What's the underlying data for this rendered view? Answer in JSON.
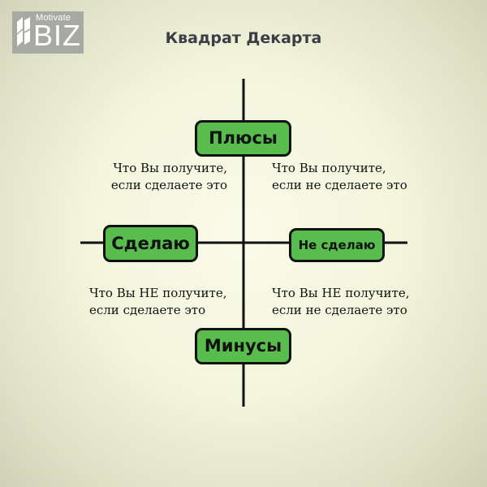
{
  "logo": {
    "small_text": "Motivate",
    "big_text": "BIZ"
  },
  "title": "Квадрат Декарта",
  "axis_labels": {
    "top": "Плюсы",
    "bottom": "Минусы",
    "left": "Сделаю",
    "right": "Не сделаю"
  },
  "quadrants": {
    "top_left": [
      "Что Вы получите,",
      "если сделаете это"
    ],
    "top_right": [
      "Что Вы получите,",
      "если не сделаете это"
    ],
    "bottom_left": [
      "Что Вы НЕ получите,",
      "если сделаете это"
    ],
    "bottom_right": [
      "Что Вы НЕ получите,",
      "если не сделаете это"
    ]
  },
  "colors": {
    "box_fill": "#58bd4d",
    "line": "#111111",
    "logo_bg": "#a7a9a3",
    "title": "#3b3d47"
  }
}
